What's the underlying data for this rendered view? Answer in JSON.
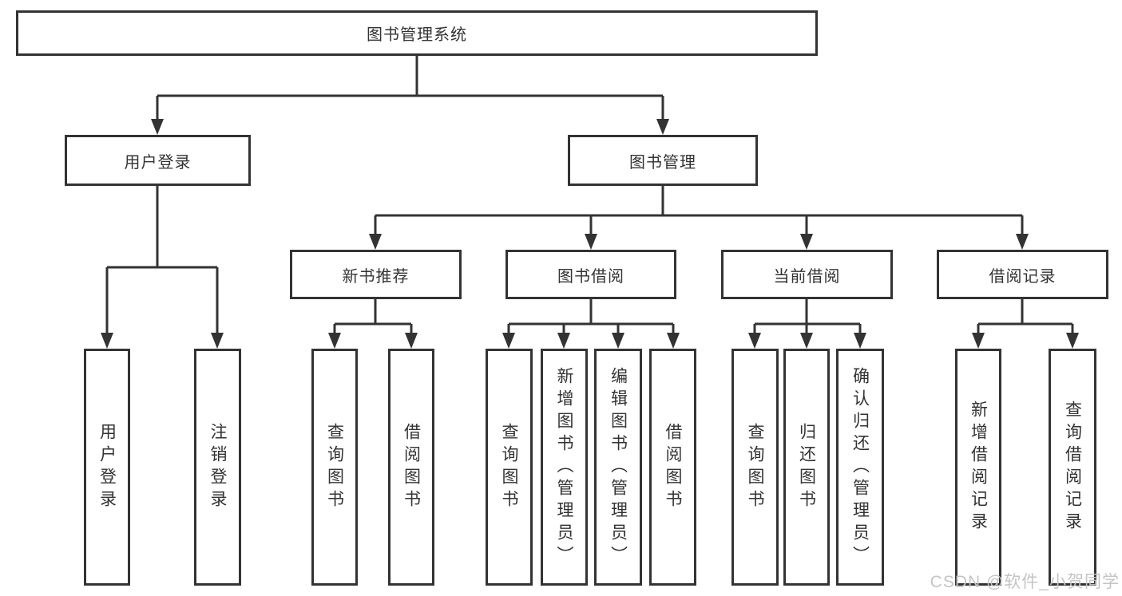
{
  "tree": {
    "label": "图书管理系统",
    "children": [
      {
        "label": "用户登录",
        "children": [
          {
            "label": "用户登录"
          },
          {
            "label": "注销登录"
          }
        ]
      },
      {
        "label": "图书管理",
        "children": [
          {
            "label": "新书推荐",
            "children": [
              {
                "label": "查询图书"
              },
              {
                "label": "借阅图书"
              }
            ]
          },
          {
            "label": "图书借阅",
            "children": [
              {
                "label": "查询图书"
              },
              {
                "label": "新增图书（管理员）"
              },
              {
                "label": "编辑图书（管理员）"
              },
              {
                "label": "借阅图书"
              }
            ]
          },
          {
            "label": "当前借阅",
            "children": [
              {
                "label": "查询图书"
              },
              {
                "label": "归还图书"
              },
              {
                "label": "确认归还（管理员）"
              }
            ]
          },
          {
            "label": "借阅记录",
            "children": [
              {
                "label": "新增借阅记录"
              },
              {
                "label": "查询借阅记录"
              }
            ]
          }
        ]
      }
    ]
  },
  "watermark": {
    "text": "CSDN @软件_小贺同学"
  },
  "colors": {
    "line": "#333333",
    "text": "#333333",
    "box_background": "#ffffff",
    "watermark": "#c4c4c4",
    "background": "#ffffff"
  }
}
